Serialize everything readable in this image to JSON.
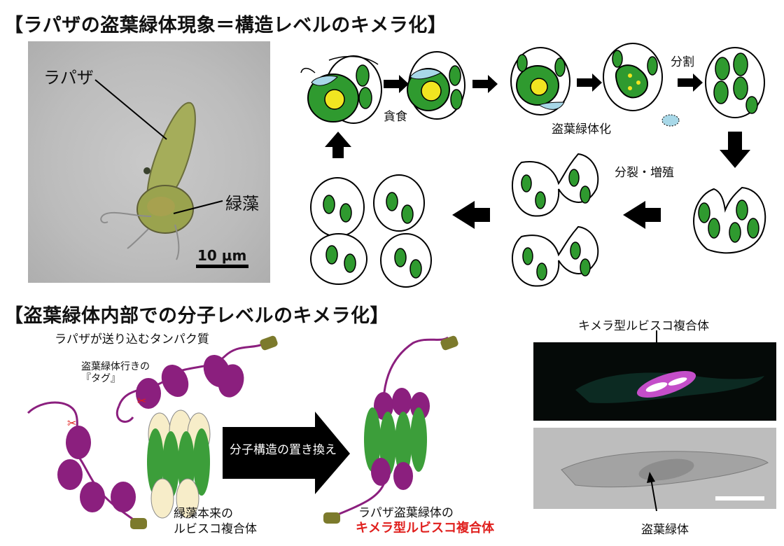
{
  "titles": {
    "top": "【ラパザの盗葉緑体現象＝構造レベルのキメラ化】",
    "bottom": "【盗葉緑体内部での分子レベルのキメラ化】"
  },
  "micrograph": {
    "label_rapaza": "ラパザ",
    "label_alga": "緑藻",
    "scale_bar": "10 µm"
  },
  "cycle": {
    "step_phagocytosis": "貪食",
    "step_kleptoplast": "盗葉緑体化",
    "step_division": "分割",
    "step_fission": "分裂・増殖"
  },
  "molecular": {
    "protein_label": "ラパザが送り込むタンパク質",
    "tag_label_line1": "盗葉緑体行きの",
    "tag_label_line2": "『タグ』",
    "arrow_label": "分子構造の置き換え",
    "native_line1": "緑藻本来の",
    "native_line2": "ルビスコ複合体",
    "chimera_line1": "ラパザ盗葉緑体の",
    "chimera_line2": "キメラ型ルビスコ複合体"
  },
  "images_right": {
    "top_label": "キメラ型ルビスコ複合体",
    "bottom_label": "盗葉緑体"
  },
  "colors": {
    "chloroplast_green": "#2f9a2f",
    "pyrenoid_yellow": "#f1e521",
    "vacuole_blue": "#a8d8e8",
    "protein_purple": "#8b1f7e",
    "rubisco_green": "#3c9e3a",
    "rubisco_cream": "#f7edc9",
    "tag_olive": "#7c7a2c",
    "highlight_red": "#e0201e"
  }
}
